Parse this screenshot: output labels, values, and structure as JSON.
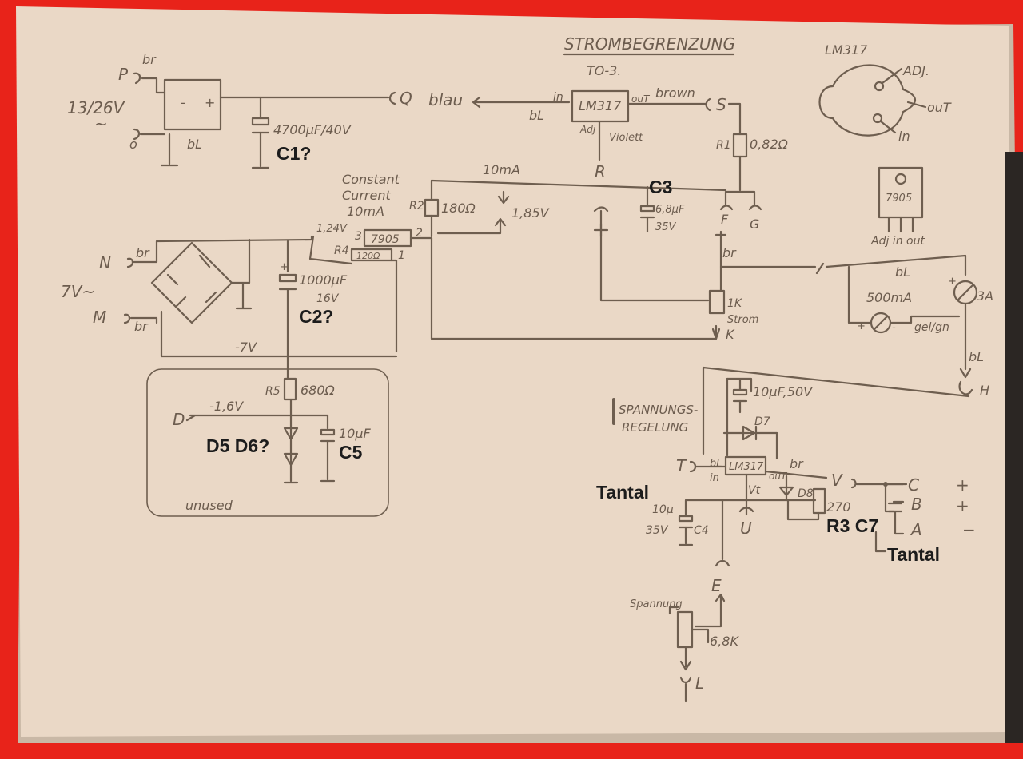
{
  "title": "STROMBEGRENZUNG",
  "ic_ref": {
    "name": "LM317",
    "pins": {
      "adj": "ADJ.",
      "out": "ouT",
      "in": "in"
    },
    "reg7905": {
      "name": "7905",
      "pins": "Adj in out"
    }
  },
  "input": {
    "terminals": {
      "p": "P",
      "o": "o"
    },
    "voltage": "13/26V",
    "ac": "~",
    "wires": {
      "br": "br",
      "bl": "bL"
    },
    "bridge": {
      "minus": "-",
      "plus": "+"
    },
    "c1": {
      "value": "4700µF/40V",
      "label": "C1?"
    }
  },
  "main_reg": {
    "package": "TO-3.",
    "name": "LM317",
    "in": "in",
    "out": "ouT",
    "adj": "Adj",
    "adj_wire": "Violett",
    "out_wire": "brown",
    "left_wire": "bL",
    "term_q": "Q",
    "q_wire": "blau",
    "term_s": "S",
    "r1": {
      "ref": "R1",
      "value": "0,82Ω"
    }
  },
  "current_source": {
    "label": "Constant\nCurrent\n10mA",
    "current": "10mA",
    "r2": {
      "ref": "R2",
      "value": "180Ω"
    },
    "voltage": "1,85V",
    "v124": "1,24V",
    "reg": "7905",
    "pin3": "3",
    "pin2": "2",
    "pin1": "1",
    "r4": {
      "ref": "R4",
      "value": "120Ω"
    }
  },
  "c3": {
    "label": "C3",
    "value": "6,8µF",
    "voltage": "35V"
  },
  "terminals_mid": {
    "r": "R",
    "f": "F",
    "g": "G",
    "k": "K"
  },
  "strom_pot": {
    "value": "1K",
    "label": "Strom",
    "wire": "br"
  },
  "meters": {
    "a500": "500mA",
    "a3": "3A",
    "wire_bl": "bL",
    "wire_gelgn": "gel/gn",
    "plus": "+",
    "minus": "-",
    "term_h": "H",
    "wire_h": "bL"
  },
  "aux_supply": {
    "n": "N",
    "m": "M",
    "voltage": "7V~",
    "wire": "br",
    "c2": {
      "value": "1000µF",
      "voltage": "16V",
      "label": "C2?"
    },
    "plus": "+",
    "neg": "-7V"
  },
  "unused_block": {
    "r5": {
      "ref": "R5",
      "value": "680Ω"
    },
    "term_d": "D",
    "voltage": "-1,6V",
    "diodes": "D5 D6?",
    "c5": {
      "value": "10µF",
      "label": "C5"
    },
    "label": "unused"
  },
  "voltage_reg": {
    "title": "SPANNUNGS-\nREGELUNG",
    "c_top": "10µF,50V",
    "d7": "D7",
    "reg": "LM317",
    "in": "in",
    "out": "ouT",
    "bl": "bL",
    "br": "br",
    "vt": "Vt",
    "d8": "D8",
    "r3val": "270",
    "term_t": "T",
    "term_v": "V",
    "term_u": "U",
    "term_e": "E",
    "term_l": "L",
    "c4": {
      "ref": "C4",
      "value": "10µ",
      "voltage": "35V"
    },
    "tantal_left": "Tantal",
    "r3c7": "R3 C7",
    "tantal_right": "Tantal",
    "outputs": [
      {
        "term": "C",
        "sign": "+"
      },
      {
        "term": "B",
        "sign": "+"
      },
      {
        "term": "A",
        "sign": "−"
      }
    ],
    "pot": {
      "label": "Spannung",
      "value": "6,8K"
    }
  }
}
